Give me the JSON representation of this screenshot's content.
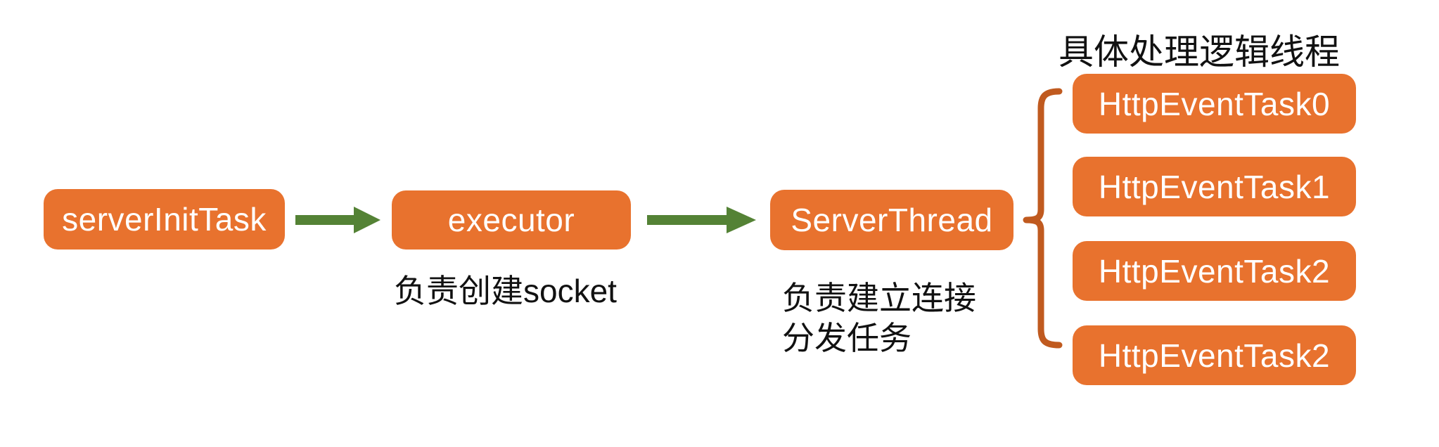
{
  "diagram": {
    "nodes": {
      "server_init": {
        "label": "serverInitTask"
      },
      "executor": {
        "label": "executor",
        "caption": "负责创建socket"
      },
      "server_thread": {
        "label": "ServerThread",
        "caption_line1": "负责建立连接",
        "caption_line2": "分发任务"
      }
    },
    "task_group": {
      "title": "具体处理逻辑线程",
      "tasks": [
        {
          "label": "HttpEventTask0"
        },
        {
          "label": "HttpEventTask1"
        },
        {
          "label": "HttpEventTask2"
        },
        {
          "label": "HttpEventTask2"
        }
      ]
    },
    "colors": {
      "background": "#FFFFFF",
      "node_fill": "#E8722E",
      "node_text": "#FFFFFF",
      "arrow_green": "#548235",
      "brace_orange": "#C05A1F",
      "caption_text": "#111111"
    }
  }
}
